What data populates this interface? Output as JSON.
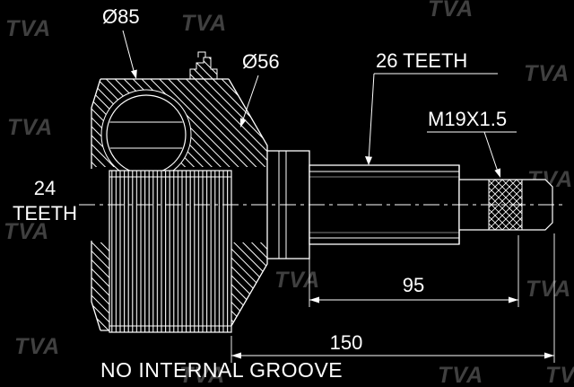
{
  "drawing": {
    "part_labels": {
      "outer_diameter": "Ø85",
      "cage_diameter": "Ø56",
      "shaft_teeth": "26 TEETH",
      "thread_spec": "M19X1.5",
      "hub_teeth_value": "24",
      "hub_teeth_word": "TEETH",
      "shaft_length": "95",
      "total_length": "150",
      "note": "NO INTERNAL GROOVE"
    },
    "watermark": "TVA",
    "colors": {
      "background": "#000000",
      "line": "#ffffff",
      "watermark": "#404040"
    }
  }
}
